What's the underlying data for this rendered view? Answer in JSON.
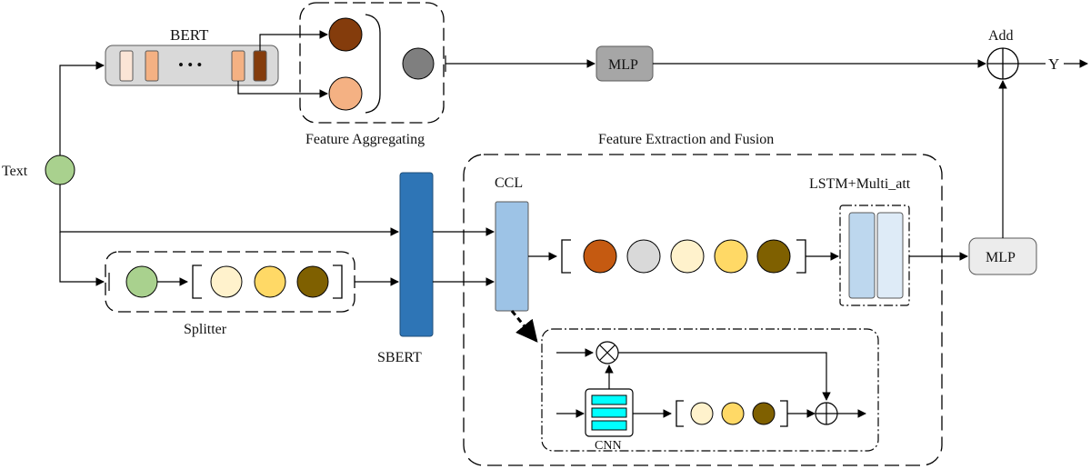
{
  "labels": {
    "text": "Text",
    "bert": "BERT",
    "bert_ellipsis": "• • •",
    "feature_aggregating": "Feature Aggregating",
    "mlp_top": "MLP",
    "add": "Add",
    "output": "Y",
    "feature_extraction_fusion": "Feature Extraction and Fusion",
    "ccl": "CCL",
    "lstm_multi_att": "LSTM+Multi_att",
    "mlp_right": "MLP",
    "splitter": "Splitter",
    "sbert": "SBERT",
    "cnn": "CNN"
  },
  "colors": {
    "text_node": "#a9d18e",
    "bert_box": "#d9d9d9",
    "bert_token_light": "#fbe5d6",
    "bert_token_mid": "#f4b183",
    "bert_token_dark": "#843c0c",
    "agg_dark": "#843c0c",
    "agg_light": "#f4b183",
    "agg_out": "#7f7f7f",
    "mlp_gray": "#a6a6a6",
    "mlp_light": "#ececec",
    "sbert": "#2e75b6",
    "ccl": "#9dc3e6",
    "lstm_a": "#bdd7ee",
    "lstm_b": "#deebf7",
    "seq": [
      "#c55a11",
      "#d9d9d9",
      "#fff2cc",
      "#ffd966",
      "#7f6000"
    ],
    "split_seq": [
      "#fff2cc",
      "#ffd966",
      "#7f6000"
    ],
    "cnn_cells": "#00ffff",
    "cnn_seq": [
      "#fff2cc",
      "#ffd966",
      "#7f6000"
    ]
  },
  "icons": {
    "multiply": "circled-times-icon",
    "add": "circled-plus-icon"
  }
}
